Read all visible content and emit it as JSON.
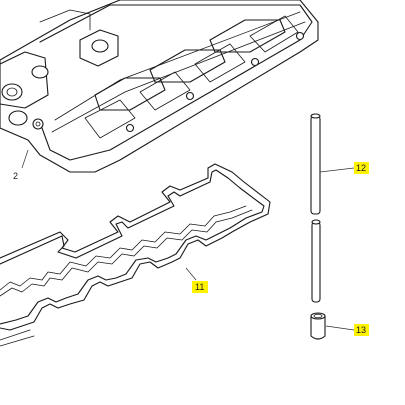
{
  "callouts": {
    "part_2": "2",
    "part_11": "11",
    "part_12": "12",
    "part_13": "13"
  },
  "colors": {
    "callout_highlight": "#fff200",
    "line": "#1a1a1a",
    "background": "#ffffff"
  }
}
